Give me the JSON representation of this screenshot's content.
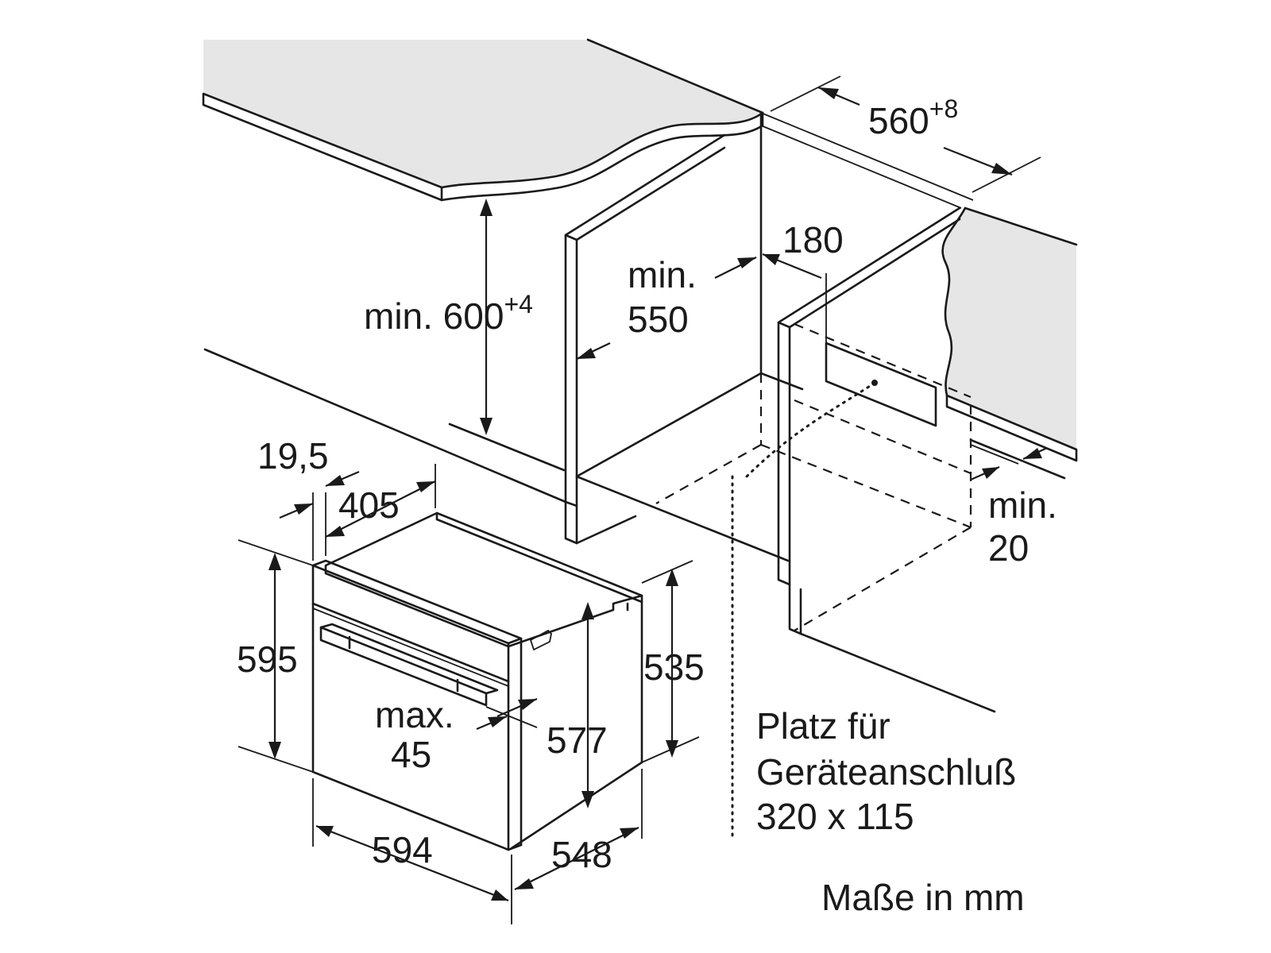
{
  "dimensions": {
    "niche_height": {
      "prefix": "min. 600",
      "tolerance": "+4"
    },
    "niche_width": {
      "value": "560",
      "tolerance": "+8"
    },
    "niche_depth": {
      "line1": "min.",
      "line2": "550"
    },
    "connection_offset": "180",
    "rear_gap": {
      "line1": "min.",
      "line2": "20"
    },
    "front_panel_thickness": "19,5",
    "depth_405": "405",
    "appliance_height": "595",
    "body_height": "535",
    "inner_height": "577",
    "handle_projection": {
      "line1": "max.",
      "line2": "45"
    },
    "appliance_width": "594",
    "appliance_depth": "548"
  },
  "notes": {
    "connection_space": [
      "Platz für",
      "Geräteanschluß",
      "320 x 115"
    ],
    "units": "Maße in mm"
  },
  "colors": {
    "line": "#1a1a1a",
    "countertop": "#e6e6e6",
    "countertop_edge": "#c9c9c9"
  }
}
